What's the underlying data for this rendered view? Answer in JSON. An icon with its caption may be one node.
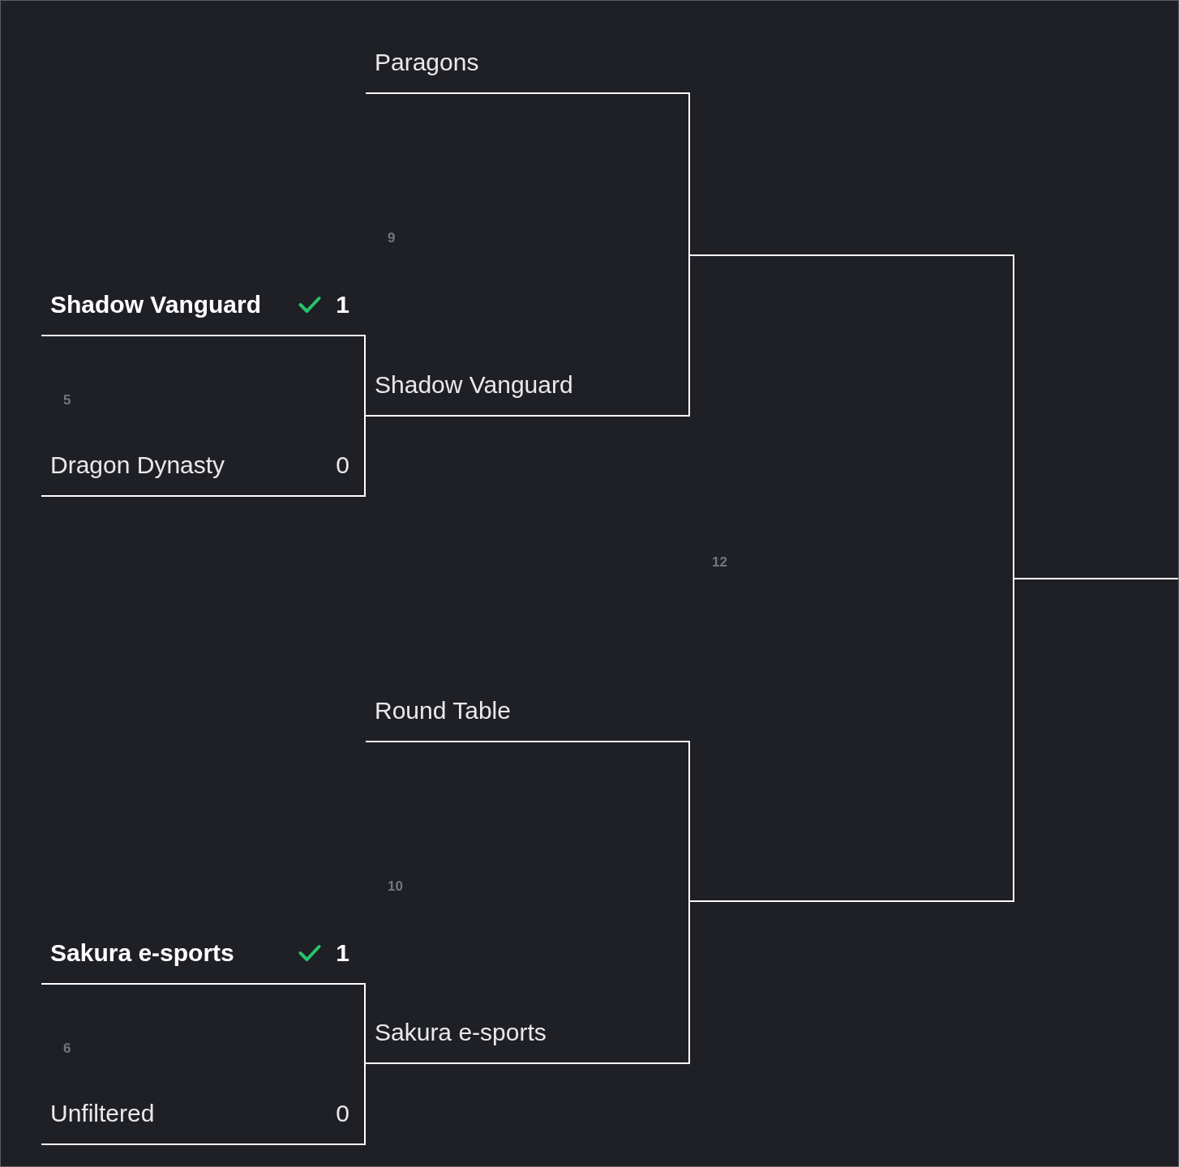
{
  "diagram": {
    "nodes": [
      {
        "text": [
          "Shadow Vanguard",
          "1"
        ]
      },
      {
        "text": [
          "Dragon Dynasty",
          "0"
        ]
      },
      {
        "text": [
          "Sakura e-sports",
          "1"
        ]
      },
      {
        "text": [
          "Unfiltered",
          "0"
        ]
      },
      {
        "text": [
          "Paragons"
        ]
      },
      {
        "text": [
          "Shadow Vanguard"
        ]
      },
      {
        "text": [
          "Round Table"
        ]
      },
      {
        "text": [
          "Sakura e-sports"
        ]
      },
      {
        "text": [],
        "shape": "line"
      },
      {
        "text": [],
        "shape": "line"
      },
      {
        "text": [],
        "shape": "line"
      }
    ],
    "edges": [
      {
        "from": 0,
        "to": 5,
        "arrow": "none"
      },
      {
        "from": 1,
        "to": 5,
        "arrow": "none"
      },
      {
        "from": 2,
        "to": 7,
        "arrow": "none"
      },
      {
        "from": 3,
        "to": 7,
        "arrow": "none"
      },
      {
        "from": 4,
        "to": 8,
        "arrow": "none"
      },
      {
        "from": 5,
        "to": 8,
        "arrow": "none"
      },
      {
        "from": 6,
        "to": 9,
        "arrow": "none"
      },
      {
        "from": 7,
        "to": 9,
        "arrow": "none"
      },
      {
        "from": 8,
        "to": 10,
        "arrow": "none"
      },
      {
        "from": 9,
        "to": 10,
        "arrow": "none"
      }
    ],
    "labels": [
      "5",
      "6",
      "9",
      "10",
      "12"
    ]
  }
}
